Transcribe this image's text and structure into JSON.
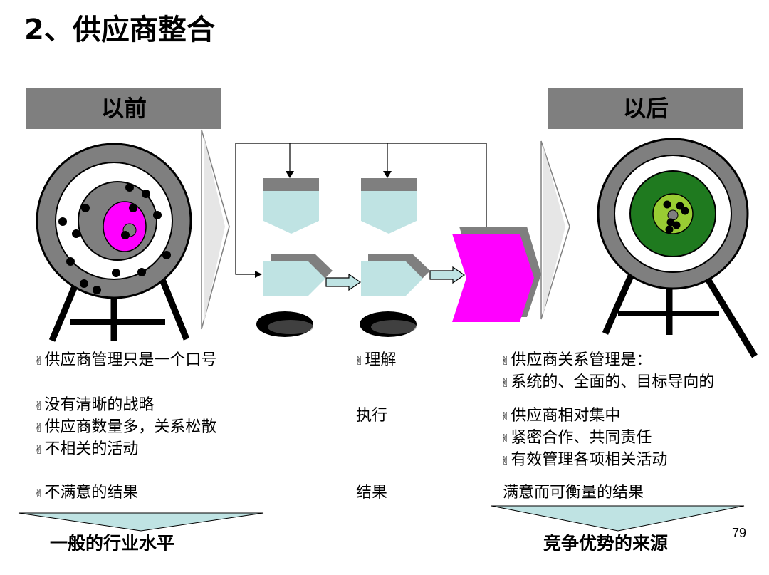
{
  "title": "2、供应商整合",
  "before": {
    "header": "以前",
    "rows": [
      [
        "供应商管理只是一个口号"
      ],
      [
        "没有清晰的战略",
        "供应商数量多，关系松散",
        "不相关的活动"
      ],
      [
        "不满意的结果"
      ]
    ],
    "footer": "一般的行业水平"
  },
  "middle": {
    "rows": [
      "理解",
      "执行",
      "结果"
    ]
  },
  "after": {
    "header": "以后",
    "rows": [
      [
        "供应商关系管理是：",
        "系统的、全面的、目标导向的"
      ],
      [
        "供应商相对集中",
        "紧密合作、共同责任",
        "有效管理各项相关活动"
      ]
    ],
    "result": "满意而可衡量的结果",
    "footer": "竞争优势的来源"
  },
  "bullet_icon": "victory-hand-icon",
  "bullet_glyph": "✌",
  "page_number": "79",
  "colors": {
    "header_fill": "#7f7f7f",
    "light_cyan": "#bfe3e3",
    "magenta": "#ff00ff",
    "dark_green": "#1f7a1f",
    "lime": "#99cc33"
  }
}
